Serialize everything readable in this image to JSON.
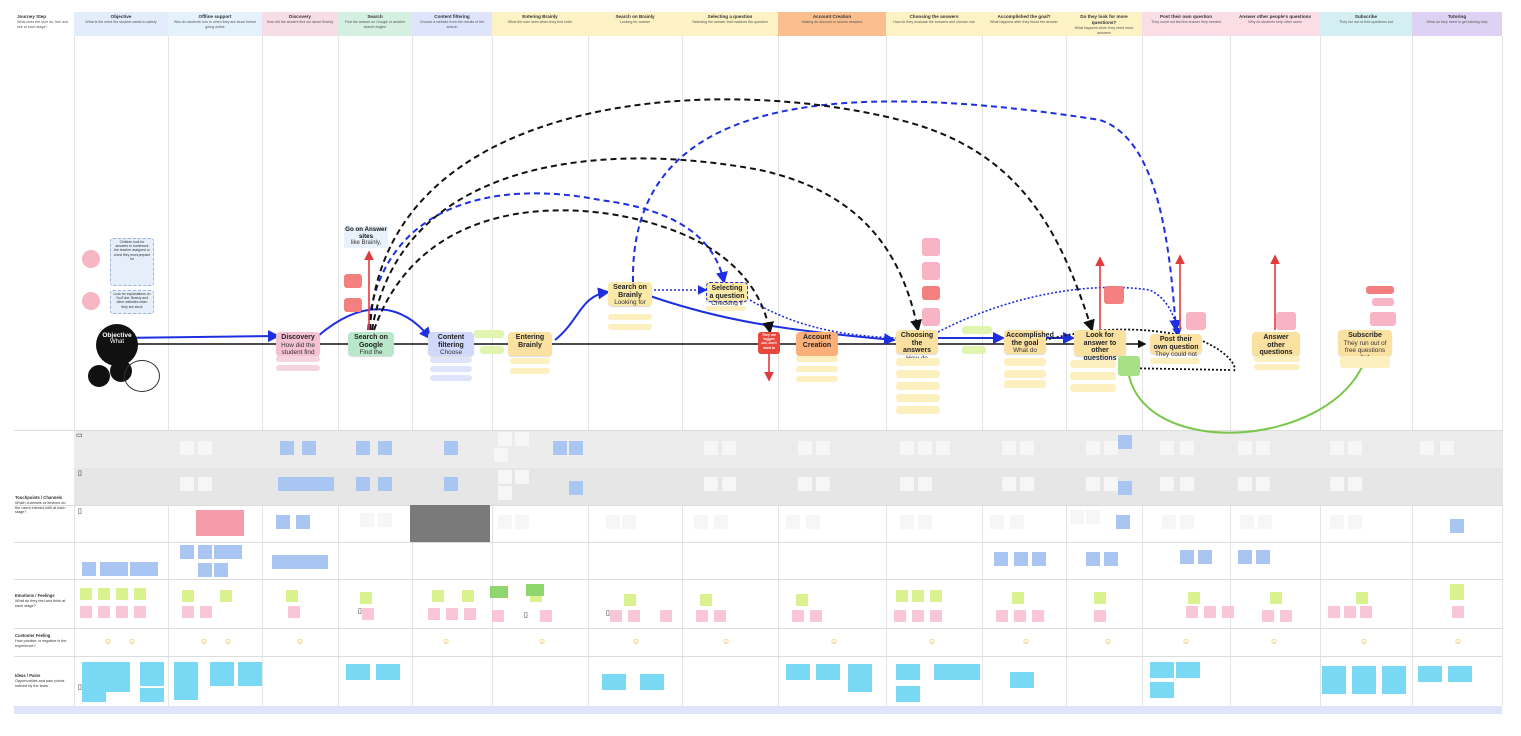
{
  "board": {
    "corner_label": {
      "title": "Journey Step",
      "sub": "What does the user do, feel and see at each stage?"
    },
    "columns": [
      {
        "title": "Objective",
        "sub": "What is the need the student wants to satisfy",
        "color": "#e2ecfb"
      },
      {
        "title": "Offline support",
        "sub": "Who do students turn to when they are stuck before going online",
        "color": "#e3f2fb"
      },
      {
        "title": "Discovery",
        "sub": "How did the student find out about Brainly",
        "color": "#f7dde6"
      },
      {
        "title": "Search",
        "sub": "Find the answer on Google or another search engine",
        "color": "#d6efe3"
      },
      {
        "title": "Content filtering",
        "sub": "Choose a website from the results of the search",
        "color": "#dde4fb"
      },
      {
        "title": "Entering Brainly",
        "sub": "What the user sees when they first enter",
        "color": "#fcf2c4"
      },
      {
        "title": "Search on Brainly",
        "sub": "Looking for answer",
        "color": "#fcf2c4"
      },
      {
        "title": "Selecting a question",
        "sub": "Selecting the answer that matches the question",
        "color": "#fcf2c4"
      },
      {
        "title": "Account Creation",
        "sub": "Making an account to access answers",
        "color": "#fbbf8f"
      },
      {
        "title": "Choosing the answers",
        "sub": "How do they evaluate the answers and choose one",
        "color": "#fcf2c4"
      },
      {
        "title": "Accomplished the goal?",
        "sub": "What happens after they found the answer",
        "color": "#fcf2c4"
      },
      {
        "title": "Do they look for more questions?",
        "sub": "What happens when they need more answers",
        "color": "#fcf2c4"
      },
      {
        "title": "Post their own question",
        "sub": "They could not find the answer they needed",
        "color": "#fbdde6"
      },
      {
        "title": "Answer other people's questions",
        "sub": "Why do students help other users",
        "color": "#fbdde6"
      },
      {
        "title": "Subscribe",
        "sub": "They run out of free questions but",
        "color": "#d4eff2"
      },
      {
        "title": "Tutoring",
        "sub": "What do they need to get tutoring help",
        "color": "#ddd2f3"
      }
    ],
    "rows": [
      {
        "title": "Touchpoints / Channels",
        "sub": "Which channels or devices do the users interact with at each stage?"
      },
      {
        "title": "Emotions / Feelings",
        "sub": "What do they feel and think at each stage?"
      },
      {
        "title": "Customer Feeling",
        "sub": "How positive or negative is the experience?"
      },
      {
        "title": "Ideas / Pains",
        "sub": "Opportunities and pain points noticed by the team"
      }
    ],
    "persona": {
      "center": "Objective",
      "center_sub": "What",
      "notes": [
        "Children look for answers to homework the teacher assigned or a test they must prepare for",
        "Look for explanations on YouTube, Brainly and other websites when they are stuck"
      ]
    },
    "stages": [
      {
        "title": "Discovery",
        "sub": "How did the student find"
      },
      {
        "title": "Search on Google",
        "sub": "Find the"
      },
      {
        "title": "Content filtering",
        "sub": "Choose"
      },
      {
        "title": "Entering Brainly",
        "sub": ""
      },
      {
        "title": "Search on Brainly",
        "sub": "Looking for"
      },
      {
        "title": "Selecting a question",
        "sub": "Checking if"
      },
      {
        "title": "Account Creation",
        "sub": ""
      },
      {
        "title": "Choosing the answers",
        "sub": "How do"
      },
      {
        "title": "Accomplished the goal",
        "sub": "What do"
      },
      {
        "title": "Look for answer to other questions",
        "sub": ""
      },
      {
        "title": "Post their own question",
        "sub": "They could not"
      },
      {
        "title": "Answer other questions",
        "sub": ""
      },
      {
        "title": "Subscribe",
        "sub": "They run out of free questions but"
      }
    ],
    "go_answer": {
      "title": "Go on Answer sites",
      "sub": "like Brainly,"
    },
    "red_note": "They are logged out, don't want to"
  }
}
